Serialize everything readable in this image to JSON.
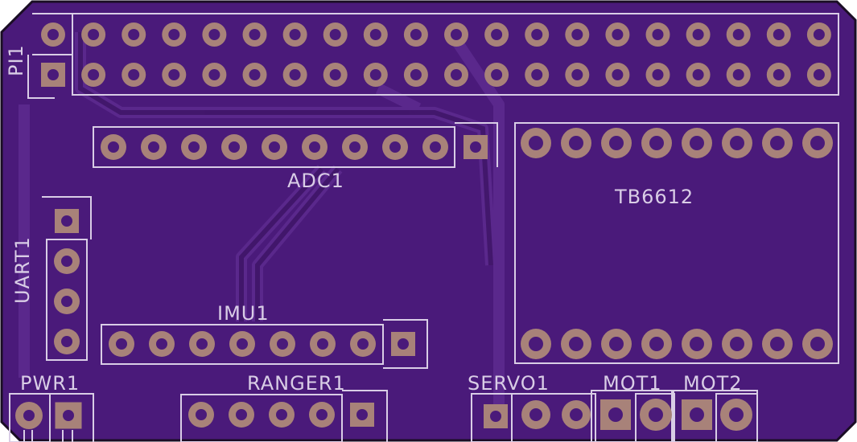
{
  "colors": {
    "board": "#4a1a7a",
    "board_edge": "#1a0d24",
    "trace": "#5c2a8e",
    "silk": "#d9cde6",
    "pad": "#a88279",
    "hole": "#4a1a7a"
  },
  "labels": {
    "pi1": "PI1",
    "adc1": "ADC1",
    "tb6612": "TB6612",
    "uart1": "UART1",
    "imu1": "IMU1",
    "pwr1": "PWR1",
    "ranger1": "RANGER1",
    "servo1": "SERVO1",
    "mot1": "MOT1",
    "mot2": "MOT2"
  },
  "components": [
    {
      "name": "PI1",
      "pins": 40,
      "rows": 2
    },
    {
      "name": "ADC1",
      "pins": 10
    },
    {
      "name": "TB6612",
      "pins": 16,
      "rows": 2
    },
    {
      "name": "UART1",
      "pins": 4
    },
    {
      "name": "IMU1",
      "pins": 8
    },
    {
      "name": "PWR1",
      "pins": 2
    },
    {
      "name": "RANGER1",
      "pins": 5
    },
    {
      "name": "SERVO1",
      "pins": 3
    },
    {
      "name": "MOT1",
      "pins": 2
    },
    {
      "name": "MOT2",
      "pins": 2
    }
  ]
}
